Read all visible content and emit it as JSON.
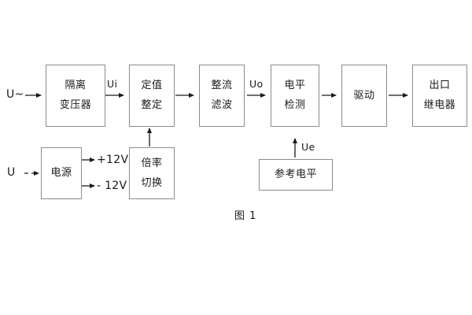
{
  "figure": {
    "caption": "图 1",
    "border_color": "#8c8c8c",
    "text_color": "#1a1a1a",
    "background": "#ffffff"
  },
  "blocks": {
    "isolation_transformer": {
      "line1": "隔离",
      "line2": "变压器"
    },
    "setting_value": {
      "line1": "定值",
      "line2": "整定"
    },
    "rectify_filter": {
      "line1": "整流",
      "line2": "滤波"
    },
    "level_detection": {
      "line1": "电平",
      "line2": "检测"
    },
    "drive": {
      "line1": "驱动"
    },
    "output_relay": {
      "line1": "出口",
      "line2": "继电器"
    },
    "power_supply": {
      "line1": "电源"
    },
    "multiplier_switch": {
      "line1": "倍率",
      "line2": "切换"
    },
    "reference_level": {
      "line1": "参考电平"
    }
  },
  "signals": {
    "input_ac": "U~",
    "input_dc": "U",
    "ui": "Ui",
    "uo": "Uo",
    "ue": "Ue",
    "positive_rail": "+12V",
    "negative_rail": "- 12V"
  }
}
